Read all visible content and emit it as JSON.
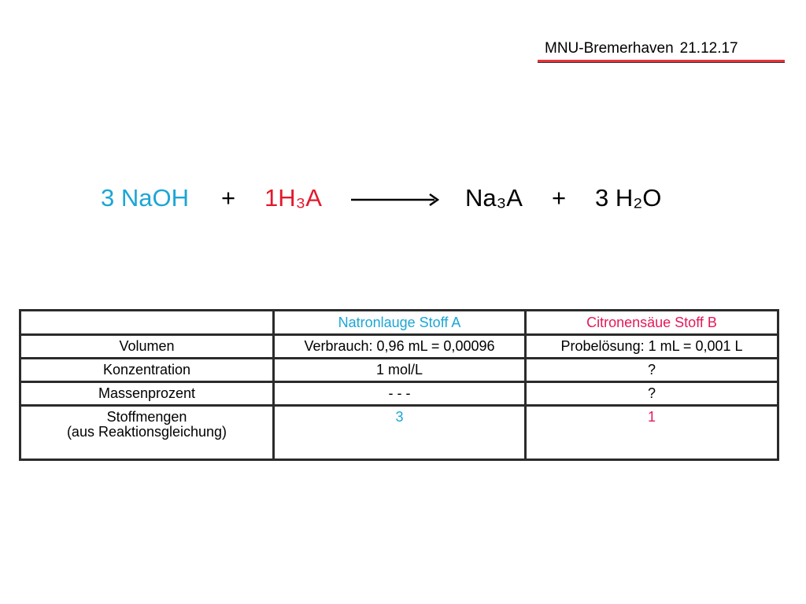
{
  "header": {
    "event": "MNU-Bremerhaven",
    "date": "21.12.17",
    "rule_color": "#e8323c"
  },
  "equation": {
    "reactant1": "3 NaOH",
    "plus1": "+",
    "reactant2": "1H₃A",
    "arrow_icon": "right-arrow",
    "product1": "Na₃A",
    "plus2": "+",
    "product2": "3 H₂O",
    "colors": {
      "naoh": "#1ba6d6",
      "h3a": "#e4192c",
      "default": "#000000"
    }
  },
  "table": {
    "columns": [
      "",
      "Natronlauge Stoff A",
      "Citronensäue Stoff B"
    ],
    "rows": [
      {
        "label": "Volumen",
        "a": "Verbrauch: 0,96 mL = 0,00096",
        "b": "Probelösung: 1 mL = 0,001 L"
      },
      {
        "label": "Konzentration",
        "a": "1 mol/L",
        "b": "?"
      },
      {
        "label": "Massenprozent",
        "a": "- - -",
        "b": "?"
      },
      {
        "label_line1": "Stoffmengen",
        "label_line2": "(aus Reaktionsgleichung)",
        "a": "3",
        "b": "1"
      }
    ],
    "colors": {
      "a": "#1ba6d6",
      "b": "#e4195a"
    }
  }
}
